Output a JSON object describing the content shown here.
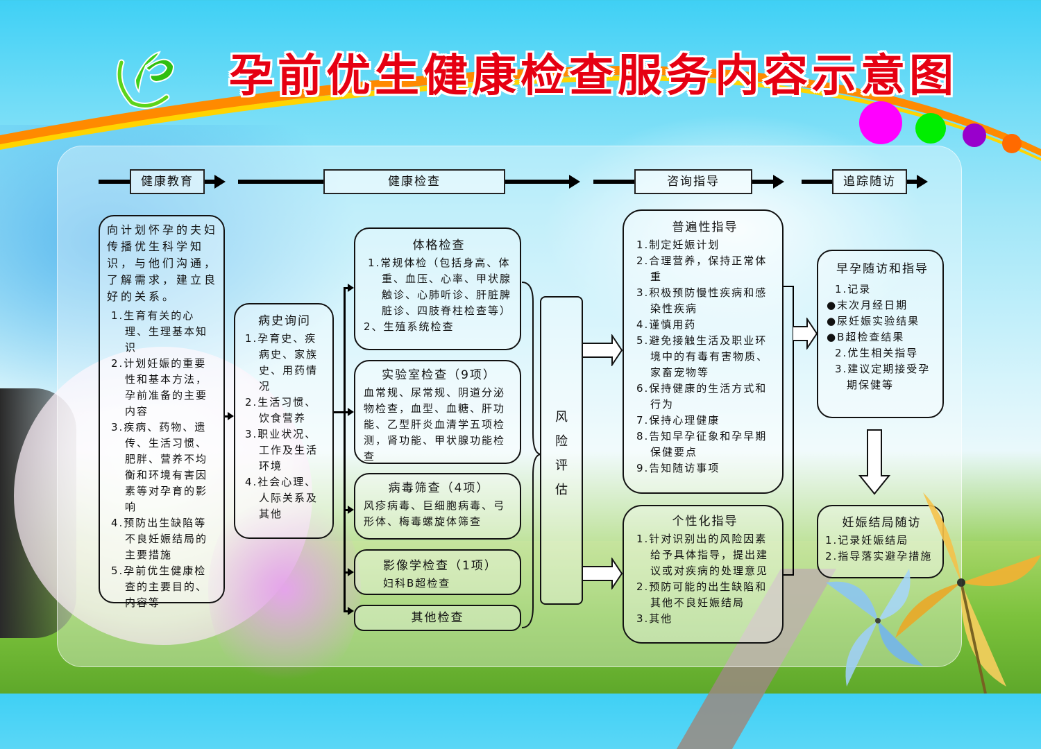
{
  "title": "孕前优生健康检查服务内容示意图",
  "colors": {
    "title_red": "#e60012",
    "band_orange": "#ff7f00",
    "band_yellow": "#ffd400",
    "logo_green": "#3ecf1a",
    "dot_magenta": "#ff00ff",
    "dot_green": "#00ee00",
    "dot_purple": "#9900cc",
    "dot_orange": "#ff6a00"
  },
  "logo": {
    "icon": "family-planning-wreath-logo"
  },
  "stages": [
    {
      "label": "健康教育"
    },
    {
      "label": "健康检查"
    },
    {
      "label": "咨询指导"
    },
    {
      "label": "追踪随访"
    }
  ],
  "education": {
    "intro": [
      "向计划怀孕的夫妇",
      "传播优生科学知",
      "识，与他们沟通，",
      "了解需求，建立良",
      "好的关系。"
    ],
    "items": [
      "1.生育有关的心理、生理基本知识",
      "2.计划妊娠的重要性和基本方法，孕前准备的主要内容",
      "3.疾病、药物、遗传、生活习惯、肥胖、营养不均衡和环境有害因素等对孕育的影响",
      "4.预防出生缺陷等不良妊娠结局的主要措施",
      "5.孕前优生健康检查的主要目的、内容等"
    ]
  },
  "history": {
    "title": "病史询问",
    "items": [
      "1.孕育史、疾病史、家族史、用药情况",
      "2.生活习惯、饮食营养",
      "3.职业状况、工作及生活环境",
      "4.社会心理、人际关系及其他"
    ]
  },
  "exams": {
    "physical": {
      "title": "体格检查",
      "items": [
        "1.常规体检（包括身高、体重、血压、心率、甲状腺触诊、心肺听诊、肝脏脾脏诊、四肢脊柱检查等）",
        "2、生殖系统检查"
      ]
    },
    "lab": {
      "title": "实验室检查（9项）",
      "text": "血常规、尿常规、阴道分泌物检查，血型、血糖、肝功能、乙型肝炎血清学五项检测，肾功能、甲状腺功能检查"
    },
    "virus": {
      "title": "病毒筛查（4项）",
      "text": "风疹病毒、巨细胞病毒、弓形体、梅毒螺旋体筛查"
    },
    "imaging": {
      "title": "影像学检查（1项）",
      "text": "妇科B超检查"
    },
    "other": {
      "title": "其他检查"
    }
  },
  "risk": {
    "label": [
      "风",
      "险",
      "评",
      "估"
    ]
  },
  "general_guidance": {
    "title": "普遍性指导",
    "items": [
      "1.制定妊娠计划",
      "2.合理营养，保持正常体重",
      "3.积极预防慢性疾病和感染性疾病",
      "4.谨慎用药",
      "5.避免接触生活及职业环境中的有毒有害物质、家畜宠物等",
      "6.保持健康的生活方式和行为",
      "7.保持心理健康",
      "8.告知早孕征象和孕早期保健要点",
      "9.告知随访事项"
    ]
  },
  "personal_guidance": {
    "title": "个性化指导",
    "items": [
      "1.针对识别出的风险因素给予具体指导，提出建议或对疾病的处理意见",
      "2.预防可能的出生缺陷和其他不良妊娠结局",
      "3.其他"
    ]
  },
  "early_followup": {
    "title": "早孕随访和指导",
    "lines": [
      "1.记录",
      "●末次月经日期",
      "●尿妊娠实验结果",
      "●B超检查结果",
      "2.优生相关指导",
      "3.建议定期接受孕",
      "　期保健等"
    ]
  },
  "outcome_followup": {
    "title": "妊娠结局随访",
    "items": [
      "1.记录妊娠结局",
      "2.指导落实避孕措施"
    ]
  }
}
